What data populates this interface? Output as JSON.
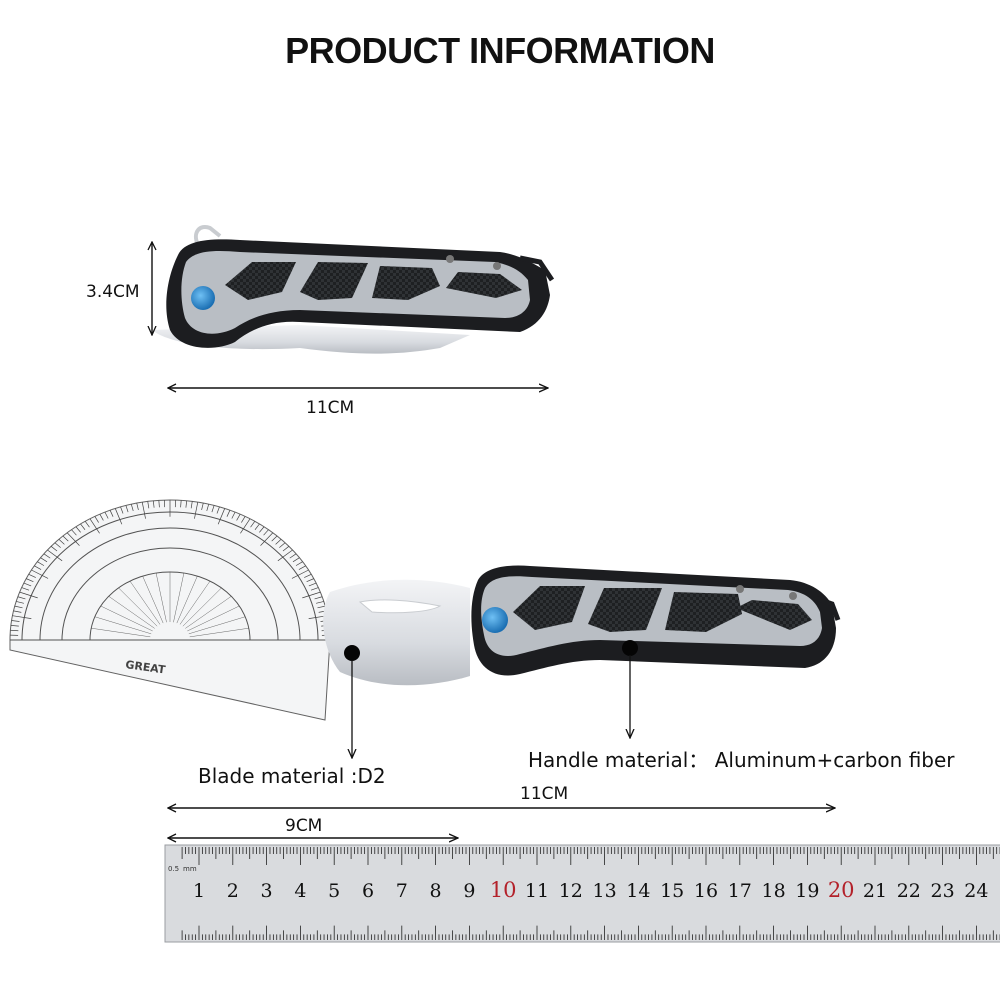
{
  "title": "PRODUCT INFORMATION",
  "dimensions": {
    "height": "3.4CM",
    "top_length": "11CM",
    "bottom_length": "11CM",
    "blade_length": "9CM"
  },
  "materials": {
    "blade": "Blade material :D2",
    "handle": "Handle material： Aluminum+carbon fiber"
  },
  "protractor": {
    "brand": "GREAT"
  },
  "ruler": {
    "unit": "mm",
    "numbers": [
      "1",
      "2",
      "3",
      "4",
      "5",
      "6",
      "7",
      "8",
      "9",
      "10",
      "11",
      "12",
      "13",
      "14",
      "15",
      "16",
      "17",
      "18",
      "19",
      "20",
      "21",
      "22",
      "23",
      "24"
    ],
    "highlight": [
      "10",
      "20"
    ]
  },
  "colors": {
    "handle_black": "#1c1d20",
    "aluminum": "#b9bec4",
    "carbon": "#222426",
    "pivot_blue": "#2a8fd8",
    "blade": "#e4e6ea",
    "ruler_red": "#b3212a"
  },
  "icons": {
    "pivot": "blue-pivot-screw-icon",
    "marker": "black-dot-marker-icon"
  }
}
